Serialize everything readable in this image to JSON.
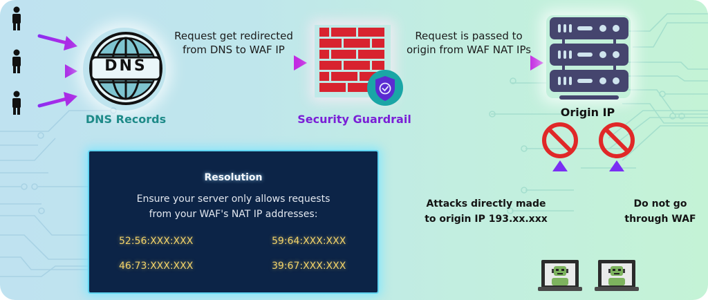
{
  "colors": {
    "arrow_start": "#7b2ff7",
    "arrow_end": "#c02ae0",
    "dns_title": "#1d8a88",
    "guardrail_title": "#7a1fd6",
    "firewall_red": "#d8232f",
    "shield_teal": "#1aa6a6",
    "shield_purple": "#5b2bd1",
    "server": "#45456e",
    "block_red": "#e02828",
    "card_bg": "#0c2447",
    "ip_yellow": "#f1d26a"
  },
  "users": {
    "icon": "person-icon",
    "count": 3
  },
  "dns": {
    "label": "DNS",
    "title": "DNS Records",
    "icon": "dns-globe-icon"
  },
  "step1": {
    "line1": "Request get redirected",
    "line2": "from DNS to WAF IP"
  },
  "guardrail": {
    "title": "Security Guardrail",
    "icon": "firewall-icon",
    "badge_icon": "shield-check-icon"
  },
  "step2": {
    "line1": "Request is passed to",
    "line2": "origin from WAF NAT IPs"
  },
  "origin": {
    "title": "Origin IP",
    "icon": "server-icon"
  },
  "resolution": {
    "heading": "Resolution",
    "line1": "Ensure your server only allows requests",
    "line2": "from your WAF's NAT IP addresses:",
    "ips": [
      "52:56:XXX:XXX",
      "59:64:XXX:XXX",
      "46:73:XXX:XXX",
      "39:67:XXX:XXX"
    ]
  },
  "attacks": {
    "left_line1": "Attacks directly made",
    "left_line2": "to origin IP 193.xx.xxx",
    "right_line1": "Do not go",
    "right_line2": "through WAF",
    "blocked_icon": "blocked-icon",
    "bot_icon": "bot-laptop-icon"
  }
}
